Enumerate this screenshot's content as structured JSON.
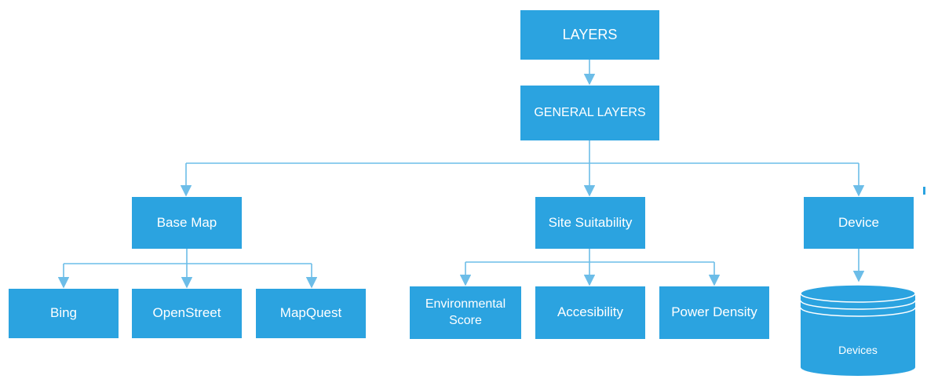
{
  "colors": {
    "node_fill": "#2ba3e0",
    "node_text": "#ffffff",
    "connector": "#6cbde8"
  },
  "nodes": {
    "layers": "LAYERS",
    "general_layers": "GENERAL LAYERS",
    "base_map": "Base Map",
    "site_suitability": "Site Suitability",
    "device": "Device",
    "bing": "Bing",
    "openstreet": "OpenStreet",
    "mapquest": "MapQuest",
    "environmental_score_line1": "Environmental",
    "environmental_score_line2": "Score",
    "accesibility": "Accesibility",
    "power_density": "Power Density",
    "devices": "Devices"
  },
  "icons": {
    "database": "database-icon",
    "arrow": "arrow-down-icon"
  }
}
